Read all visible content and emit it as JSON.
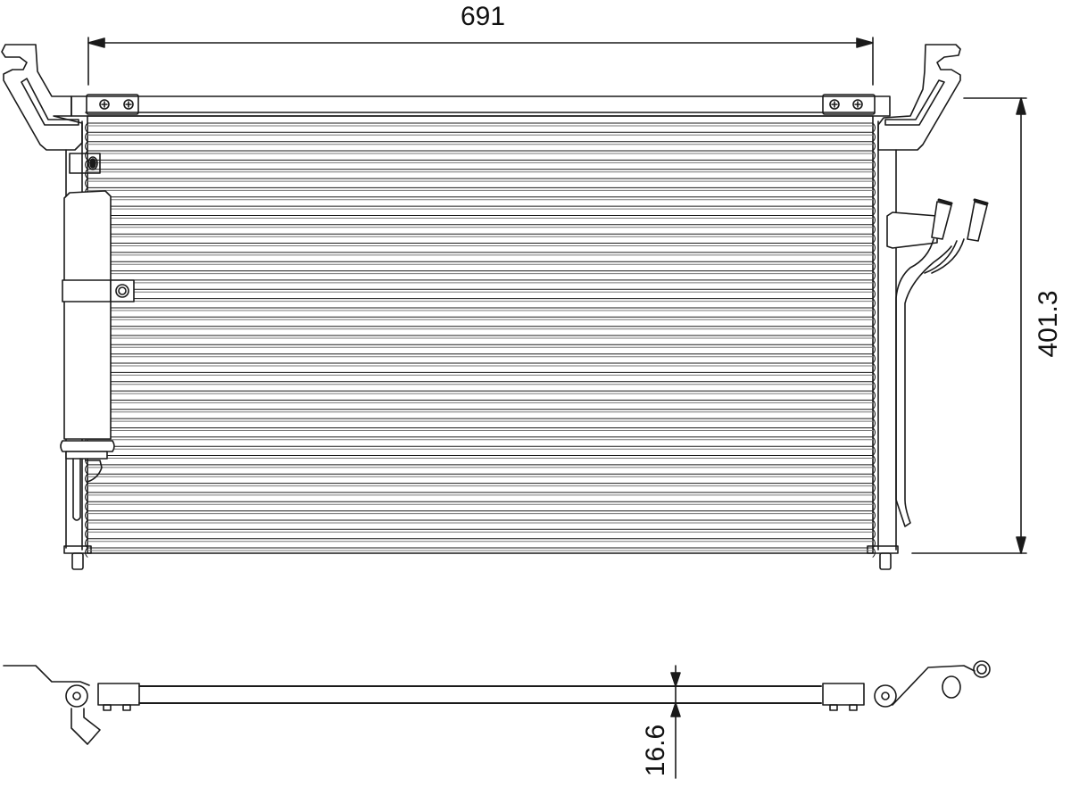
{
  "drawing": {
    "title": "Condenser technical drawing",
    "views": [
      "front-view",
      "top-view"
    ],
    "line_color": "#1a1a1a",
    "background": "#ffffff"
  },
  "dimensions": {
    "width": {
      "label": "691",
      "unit": "mm",
      "orientation": "horizontal"
    },
    "height": {
      "label": "401.3",
      "unit": "mm",
      "orientation": "vertical"
    },
    "depth": {
      "label": "16.6",
      "unit": "mm",
      "orientation": "vertical"
    }
  },
  "components": {
    "core_fin_rows": 46,
    "left_bracket": "mounting-bracket-left",
    "right_bracket": "mounting-bracket-right",
    "receiver_drier": "receiver-drier-cylinder",
    "pipe_connections": 2,
    "mounting_pins": 2
  }
}
